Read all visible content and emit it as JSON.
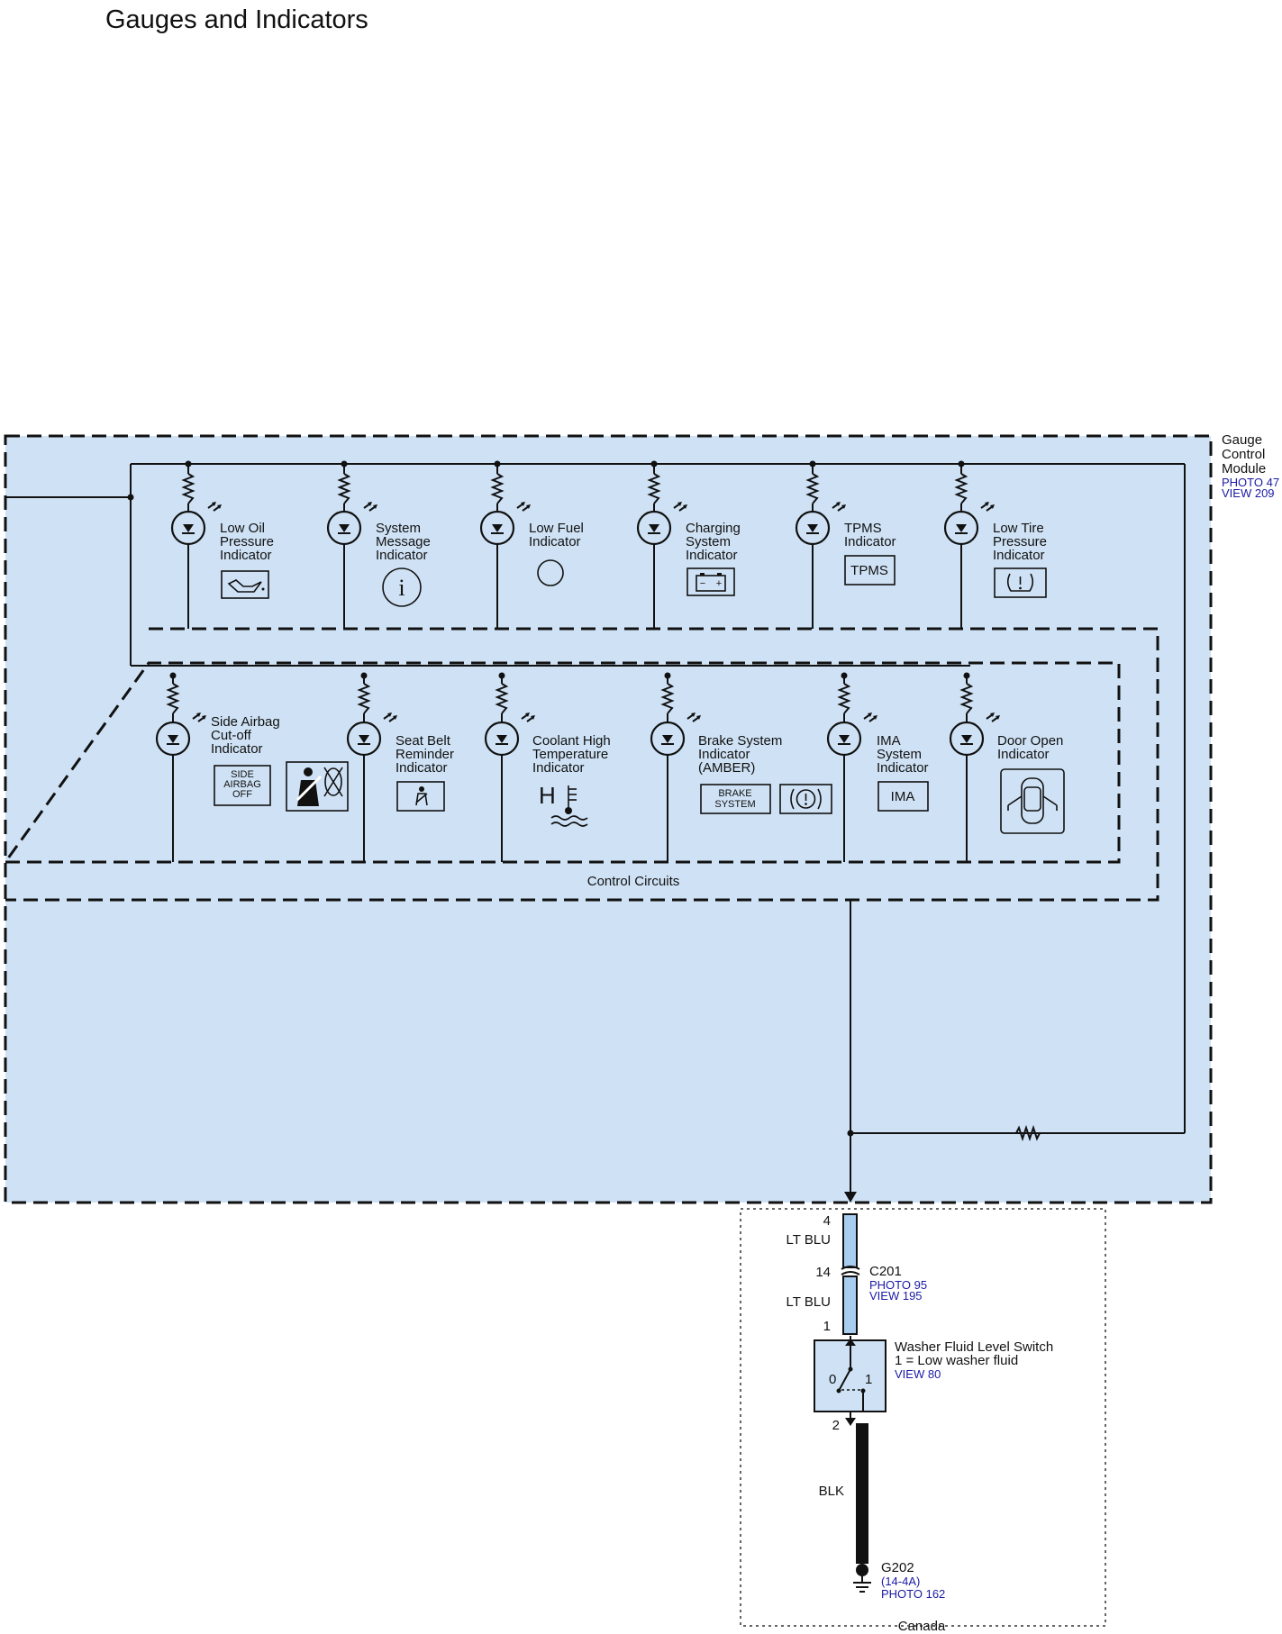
{
  "title": "Gauges and Indicators",
  "module": {
    "lines": [
      "Gauge",
      "Control",
      "Module"
    ],
    "links": [
      "PHOTO 47",
      "VIEW 209"
    ]
  },
  "indicators_top": [
    {
      "lines": [
        "Low Oil",
        "Pressure",
        "Indicator"
      ],
      "icon": "oil-can-icon"
    },
    {
      "lines": [
        "System",
        "Message",
        "Indicator"
      ],
      "icon": "info-icon"
    },
    {
      "lines": [
        "Low Fuel",
        "Indicator"
      ],
      "icon": "circle-icon"
    },
    {
      "lines": [
        "Charging",
        "System",
        "Indicator"
      ],
      "icon": "battery-icon"
    },
    {
      "lines": [
        "TPMS",
        "Indicator"
      ],
      "icon": "tpms-icon",
      "icon_text": "TPMS"
    },
    {
      "lines": [
        "Low Tire",
        "Pressure",
        "Indicator"
      ],
      "icon": "tire-pressure-icon"
    }
  ],
  "indicators_bottom": [
    {
      "lines": [
        "Side Airbag",
        "Cut-off",
        "Indicator"
      ],
      "icon": "side-airbag-icon",
      "icon_text": [
        "SIDE",
        "AIRBAG",
        "OFF"
      ]
    },
    {
      "lines": [
        "Seat Belt",
        "Reminder",
        "Indicator"
      ],
      "icon": "seat-belt-icon"
    },
    {
      "lines": [
        "Coolant High",
        "Temperature",
        "Indicator"
      ],
      "icon": "coolant-temp-icon",
      "icon_text": "H"
    },
    {
      "lines": [
        "Brake System",
        "Indicator",
        "(AMBER)"
      ],
      "icon": "brake-system-icon",
      "icon_text": [
        "BRAKE",
        "SYSTEM"
      ]
    },
    {
      "lines": [
        "IMA",
        "System",
        "Indicator"
      ],
      "icon": "ima-icon",
      "icon_text": "IMA"
    },
    {
      "lines": [
        "Door Open",
        "Indicator"
      ],
      "icon": "door-open-icon"
    }
  ],
  "control_circuits": "Control Circuits",
  "connector": {
    "pin_top": "4",
    "wire1": "LT BLU",
    "pin_mid": "14",
    "id": "C201",
    "links": [
      "PHOTO 95",
      "VIEW 195"
    ],
    "wire2": "LT BLU",
    "pin_bottom": "1"
  },
  "switch": {
    "name": "Washer Fluid Level Switch",
    "desc": "1 = Low washer fluid",
    "link": "VIEW 80",
    "pos0": "0",
    "pos1": "1",
    "pin": "2"
  },
  "ground": {
    "wire": "BLK",
    "id": "G202",
    "ref": "(14-4A)",
    "link": "PHOTO 162"
  },
  "region": "Canada",
  "colors": {
    "module_fill": "#cfe2f5",
    "wire_blue": "#a9cdf0",
    "link": "#1a1aa6"
  }
}
